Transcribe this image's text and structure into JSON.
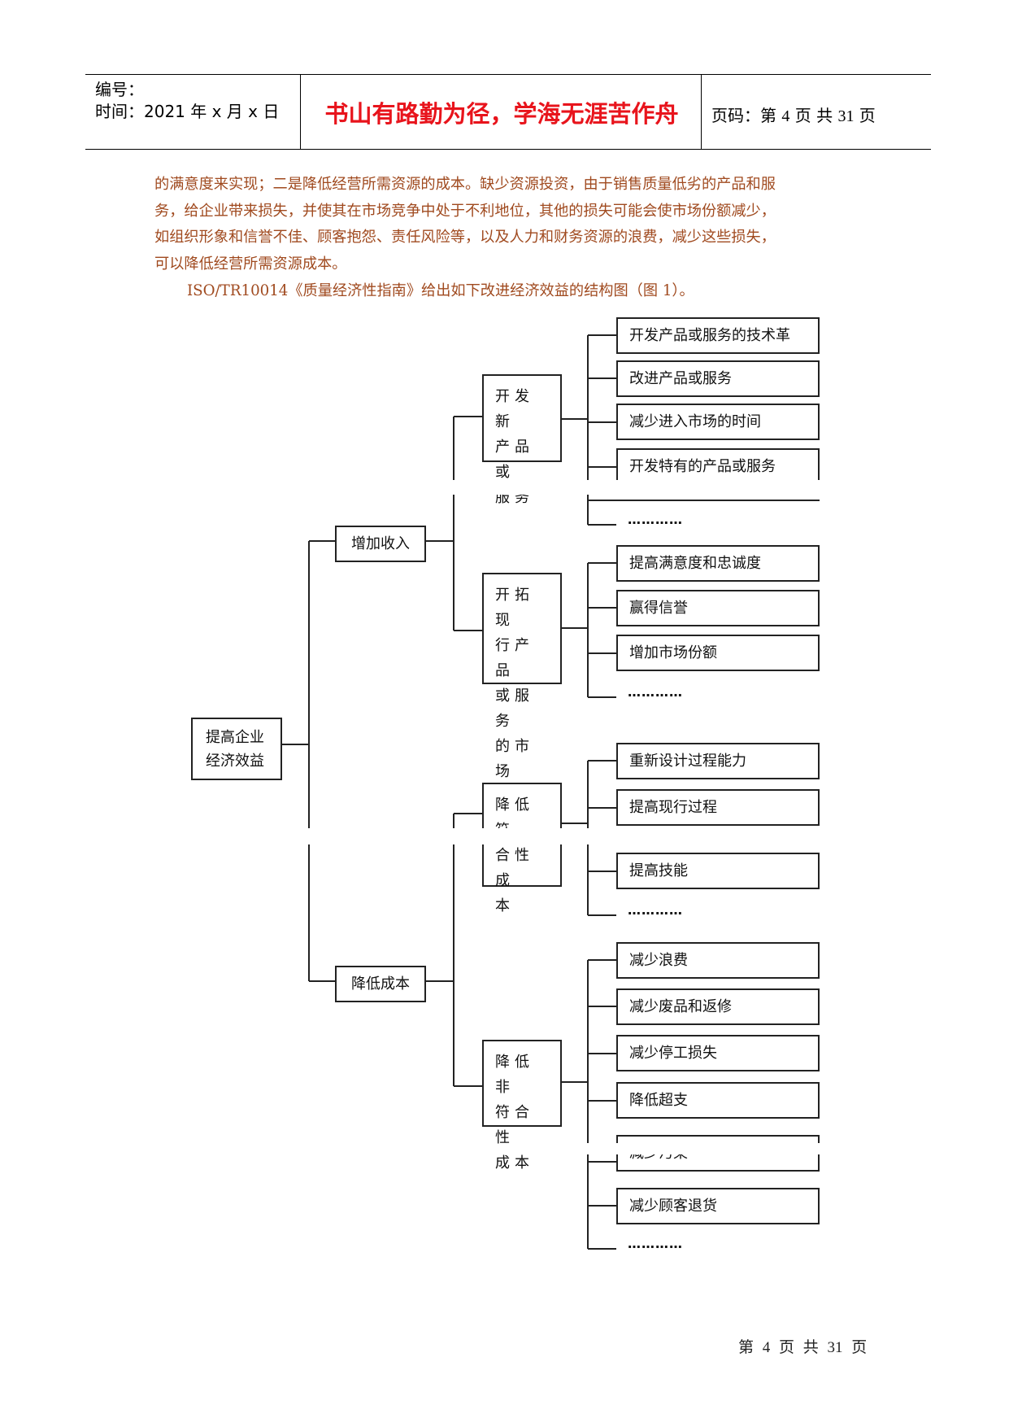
{
  "header": {
    "serial_label": "编号：",
    "time_label": "时间：2021 年 x 月 x 日",
    "motto": "书山有路勤为径，学海无涯苦作舟",
    "page_prefix": "页码：第",
    "page_num": "4",
    "page_mid": "页  共",
    "page_total": "31",
    "page_suffix": "页"
  },
  "paragraph": {
    "lines": [
      "的满意度来实现；二是降低经营所需资源的成本。缺少资源投资，由于销售质量低劣的产品和服",
      "务，给企业带来损失，并使其在市场竞争中处于不利地位，其他的损失可能会使市场份额减少，",
      "如组织形象和信誉不佳、顾客抱怨、责任风险等，以及人力和财务资源的浪费，减少这些损失，",
      "可以降低经营所需资源成本。"
    ],
    "intro": "ISO/TR10014《质量经济性指南》给出如下改进经济效益的结构图（图 1）。"
  },
  "diagram": {
    "root": "提高企业\n经济效益",
    "branch_increase": "增加收入",
    "branch_reduce": "降低成本",
    "mid_develop": "开发新\n产品或\n服务",
    "mid_market": "开拓现\n行产品\n或服务\n的市场",
    "mid_conform": "降低符\n合性成\n本",
    "mid_nonconform": "降低非\n符合性\n成本",
    "leaves_develop": [
      "开发产品或服务的技术革",
      "改进产品或服务",
      "减少进入市场的时间",
      "开发特有的产品或服务"
    ],
    "leaves_market": [
      "提高满意度和忠诚度",
      "赢得信誉",
      "增加市场份额"
    ],
    "leaves_conform": [
      "重新设计过程能力",
      "提高现行过程",
      "提高技能"
    ],
    "leaves_nonconform": [
      "减少浪费",
      "减少废品和返修",
      "减少停工损失",
      "降低超支",
      "减少污染",
      "减少顾客退货"
    ],
    "ellipsis": "…………"
  },
  "footer": {
    "text": "第 4 页 共 31 页"
  }
}
